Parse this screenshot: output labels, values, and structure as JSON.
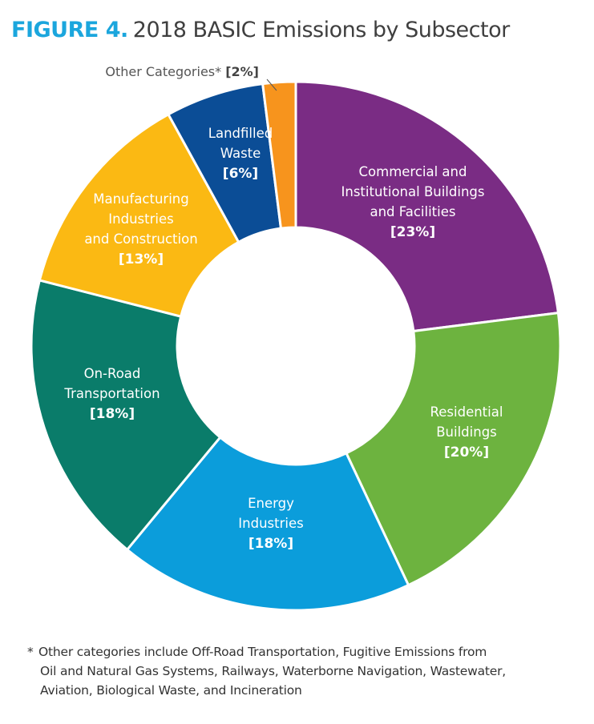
{
  "title": {
    "figure_label": "FIGURE 4.",
    "text": "2018 BASIC Emissions by Subsector"
  },
  "chart_data": {
    "type": "pie",
    "donut": true,
    "title": "FIGURE 4. 2018 BASIC Emissions by Subsector",
    "slices": [
      {
        "label_lines": [
          "Commercial and",
          "Institutional Buildings",
          "and Facilities"
        ],
        "percent_label": "[23%]",
        "value": 23,
        "color": "#7a2c84",
        "label_color": "#ffffff"
      },
      {
        "label_lines": [
          "Residential",
          "Buildings"
        ],
        "percent_label": "[20%]",
        "value": 20,
        "color": "#6db33f",
        "label_color": "#ffffff"
      },
      {
        "label_lines": [
          "Energy",
          "Industries"
        ],
        "percent_label": "[18%]",
        "value": 18,
        "color": "#0b9ddb",
        "label_color": "#ffffff"
      },
      {
        "label_lines": [
          "On-Road",
          "Transportation"
        ],
        "percent_label": "[18%]",
        "value": 18,
        "color": "#0a7c6a",
        "label_color": "#ffffff"
      },
      {
        "label_lines": [
          "Manufacturing",
          "Industries",
          "and Construction"
        ],
        "percent_label": "[13%]",
        "value": 13,
        "color": "#fbb913",
        "label_color": "#ffffff"
      },
      {
        "label_lines": [
          "Landfilled",
          "Waste"
        ],
        "percent_label": "[6%]",
        "value": 6,
        "color": "#0b4d96",
        "label_color": "#ffffff"
      },
      {
        "label_lines": [
          "Other Categories*"
        ],
        "percent_label": "[2%]",
        "value": 2,
        "color": "#f7941d",
        "label_color": "#555555",
        "external_label": true
      }
    ]
  },
  "footnote": {
    "asterisk": "*",
    "lines": [
      "Other categories include Off-Road Transportation, Fugitive Emissions from",
      "Oil and Natural Gas Systems, Railways, Waterborne Navigation, Wastewater,",
      "Aviation, Biological Waste, and Incineration"
    ]
  }
}
